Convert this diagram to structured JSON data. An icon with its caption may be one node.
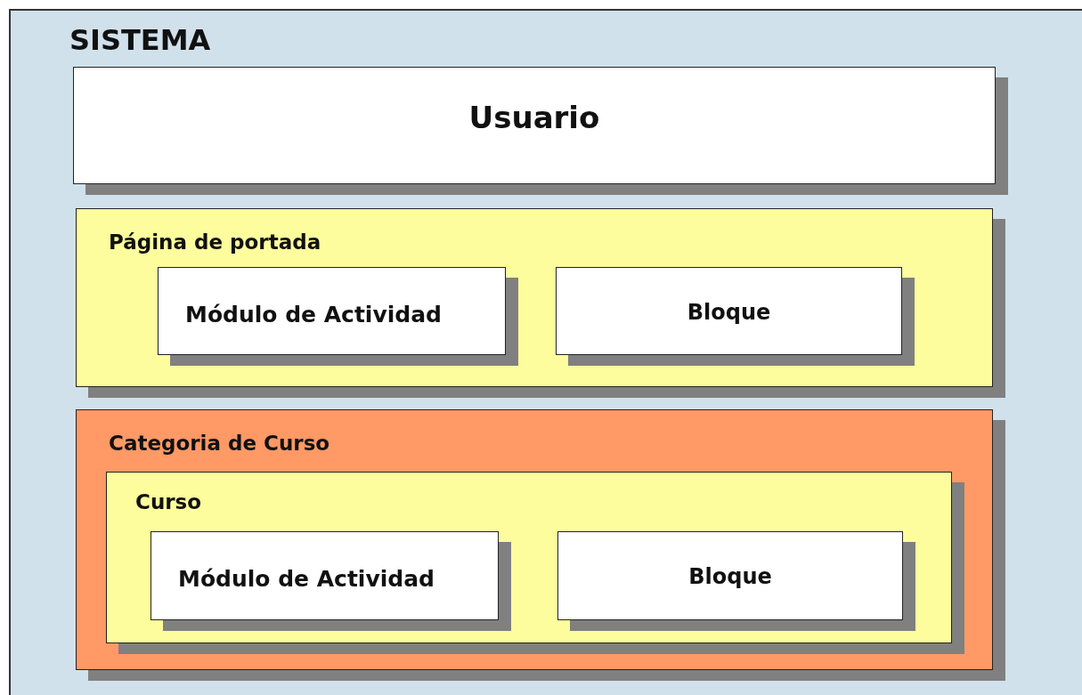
{
  "diagram": {
    "nodes": [
      {
        "text": [
          "SISTEMA"
        ]
      },
      {
        "text": [
          "Usuario"
        ],
        "in": 0
      },
      {
        "text": [
          "Página de portada"
        ],
        "in": 0
      },
      {
        "text": [
          "Módulo de Actividad"
        ],
        "in": 2
      },
      {
        "text": [
          "Bloque"
        ],
        "in": 2
      },
      {
        "text": [
          "Categoria de Curso"
        ],
        "in": 0
      },
      {
        "text": [
          "Curso"
        ],
        "in": 5
      },
      {
        "text": [
          "Módulo de Actividad"
        ],
        "in": 6
      },
      {
        "text": [
          "Bloque"
        ],
        "in": 6
      }
    ]
  }
}
